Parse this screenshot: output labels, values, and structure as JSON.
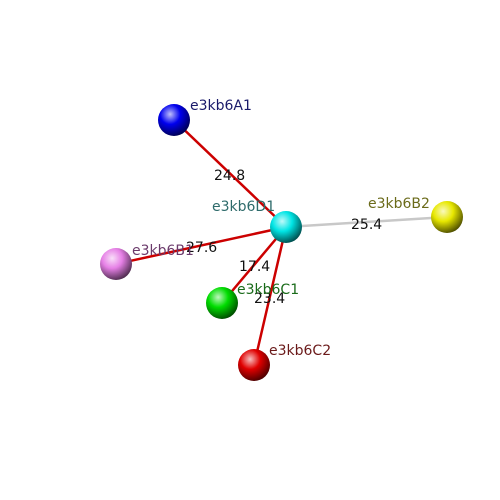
{
  "nodes": [
    {
      "id": "A1",
      "label": "e3kb6A1",
      "color": "#0000ee",
      "label_color": "#1a1a6a"
    },
    {
      "id": "D1",
      "label": "e3kb6D1",
      "color": "#00e5e5",
      "label_color": "#2e6b6b"
    },
    {
      "id": "B2",
      "label": "e3kb6B2",
      "color": "#e8e800",
      "label_color": "#6b6b1a"
    },
    {
      "id": "B1",
      "label": "e3kb6B1",
      "color": "#e680e6",
      "label_color": "#6b3a6b"
    },
    {
      "id": "C1",
      "label": "e3kb6C1",
      "color": "#00dd00",
      "label_color": "#1a6b1a"
    },
    {
      "id": "C2",
      "label": "e3kb6C2",
      "color": "#e00000",
      "label_color": "#6b1a1a"
    }
  ],
  "edges": [
    {
      "from": "D1",
      "to": "A1",
      "label": "24.8",
      "color": "#cc0000"
    },
    {
      "from": "D1",
      "to": "B2",
      "label": "25.4",
      "color": "#c8c8c8"
    },
    {
      "from": "D1",
      "to": "B1",
      "label": "27.6",
      "color": "#cc0000"
    },
    {
      "from": "D1",
      "to": "C1",
      "label": "17.4",
      "color": "#cc0000"
    },
    {
      "from": "D1",
      "to": "C2",
      "label": "23.4",
      "color": "#cc0000"
    }
  ]
}
